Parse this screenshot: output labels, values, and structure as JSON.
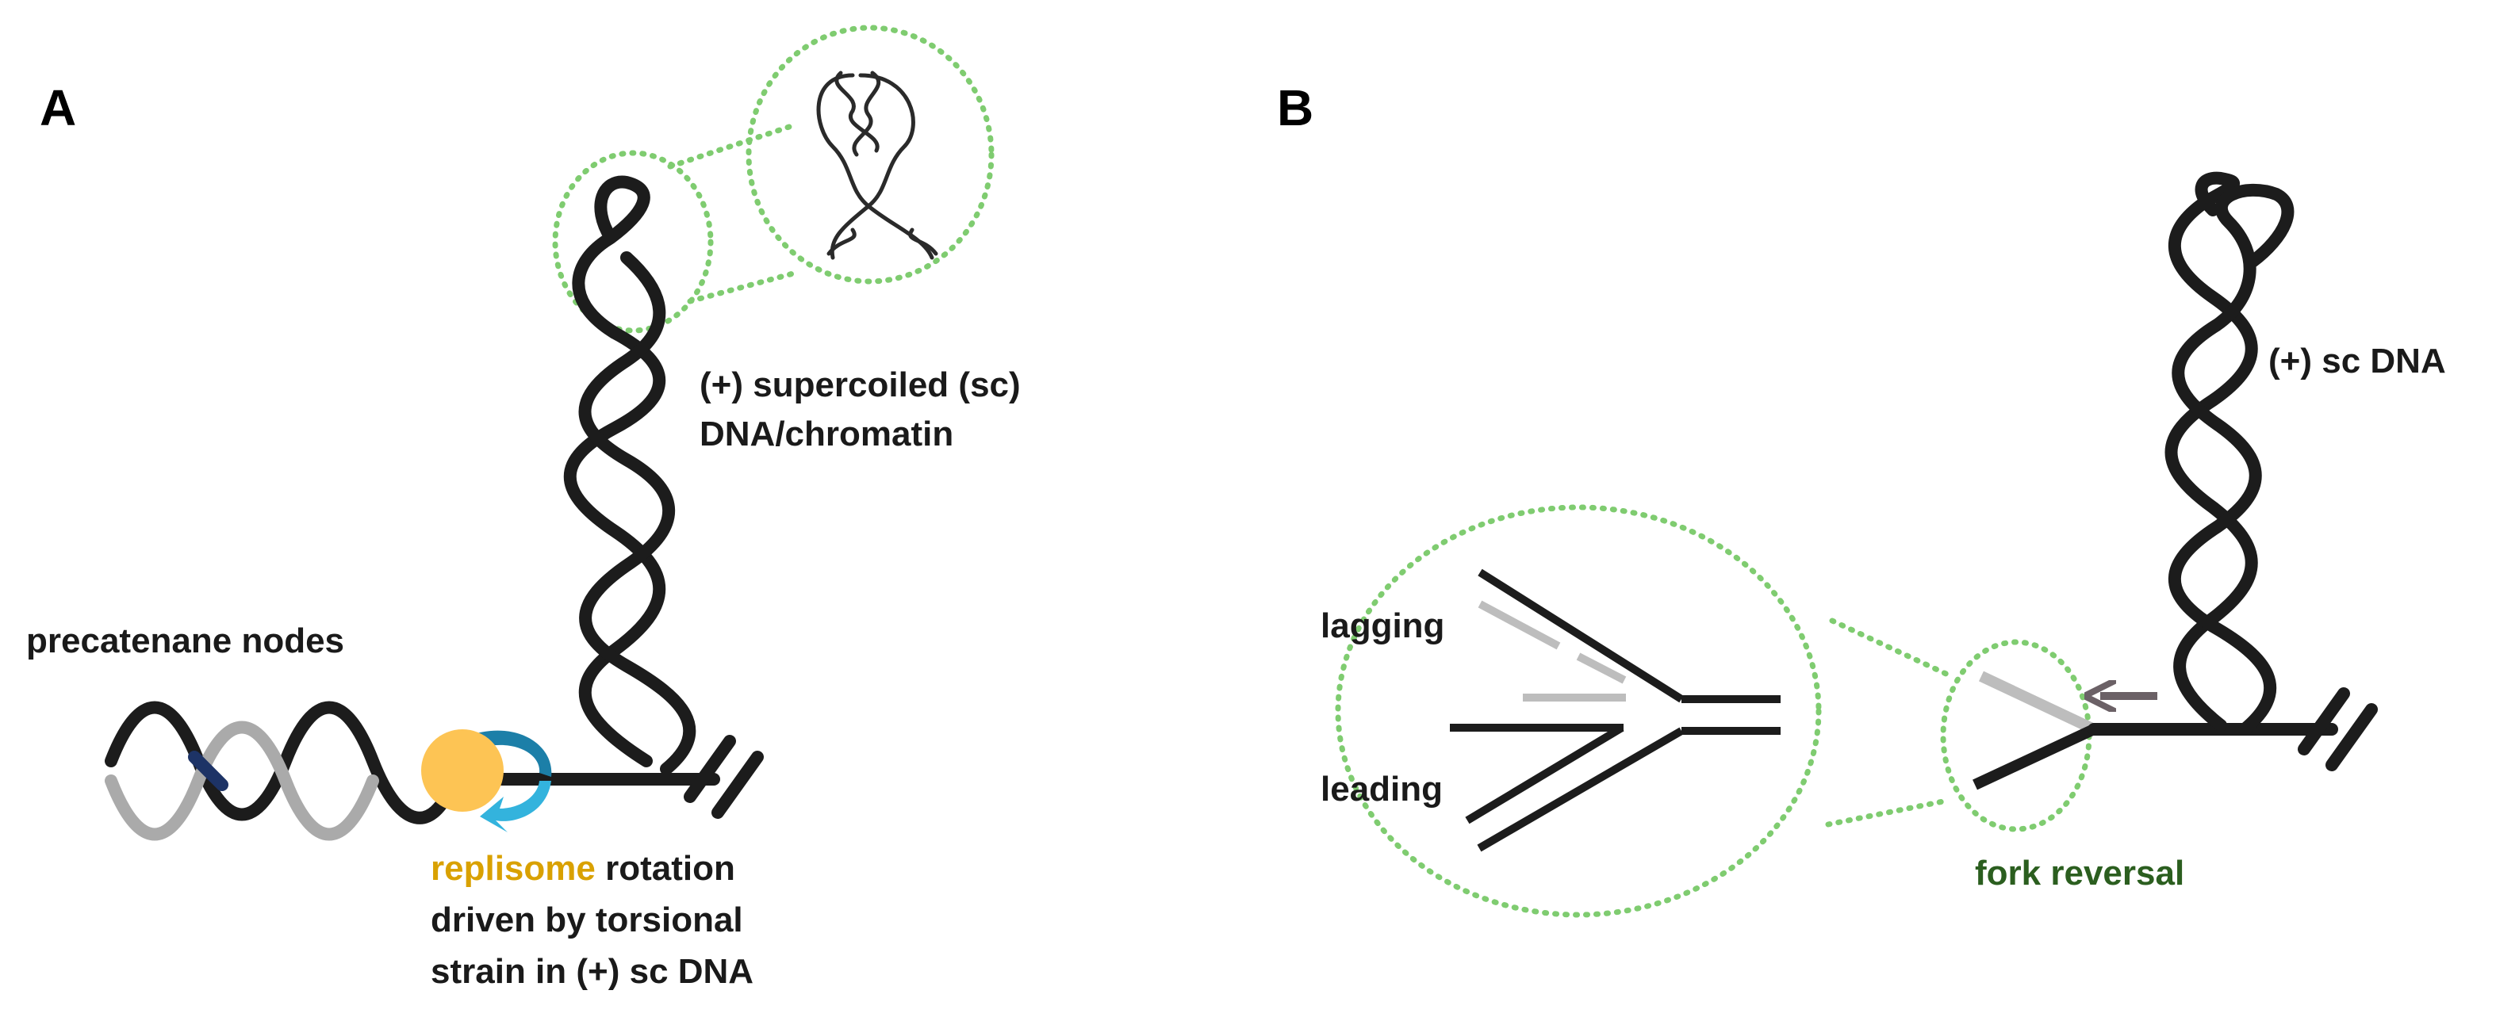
{
  "panels": {
    "a": {
      "label": "A",
      "supercoil_label_line1": "(+) supercoiled (sc)",
      "supercoil_label_line2": "DNA/chromatin",
      "precatenane_label": "precatenane nodes",
      "replisome_word": "replisome",
      "rotation_word": " rotation",
      "driven_line": "driven by torsional",
      "strain_line": "strain in (+) sc DNA"
    },
    "b": {
      "label": "B",
      "sc_label": "(+) sc DNA",
      "lagging_label": "lagging",
      "leading_label": "leading",
      "fork_reversal_label": "fork reversal"
    }
  },
  "colors": {
    "dna_strand": "#1c1c1c",
    "daughter_strand": "#aaaaaa",
    "replisome": "#fdc454",
    "replisome_text": "#d9a100",
    "rotation_arrow_dark": "#1c7fa8",
    "rotation_arrow_light": "#33b3dd",
    "zoom_ring": "#7fcc70",
    "fork_reversal_text": "#2b5e1f",
    "reversal_arrow": "#6b6166",
    "node_marker": "#1d3366"
  },
  "icons": {
    "replisome": "replisome-circle",
    "rotation": "rotation-arrow-icon",
    "reversal": "reversal-arrow-icon",
    "break_mark": "double-slash-break-icon"
  }
}
